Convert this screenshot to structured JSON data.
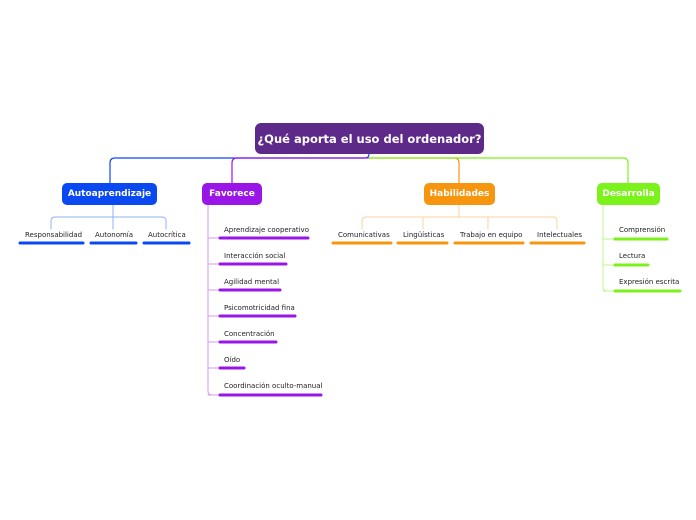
{
  "root": {
    "label": "¿Qué aporta el uso del ordenador?",
    "color": "#5e2a8a"
  },
  "branches": {
    "autoaprendizaje": {
      "label": "Autoaprendizaje",
      "color": "#0a49f2",
      "children": [
        "Responsabilidad",
        "Autonomía",
        "Autocrítica"
      ]
    },
    "favorece": {
      "label": "Favorece",
      "color": "#9a16e6",
      "children": [
        "Aprendizaje cooperativo",
        "Interacción social",
        "Agilidad mental",
        "Psicomotricidad fina",
        "Concentración",
        "Oído",
        "Coordinación oculto-manual"
      ]
    },
    "habilidades": {
      "label": "Habilidades",
      "color": "#f7950e",
      "children": [
        "Comunicativas",
        "Lingüísticas",
        "Trabajo en equipo",
        "Intelectuales"
      ]
    },
    "desarrolla": {
      "label": "Desarrolla",
      "color": "#7bf21a",
      "children": [
        "Comprensión",
        "Lectura",
        "Expresión escrita"
      ]
    }
  }
}
